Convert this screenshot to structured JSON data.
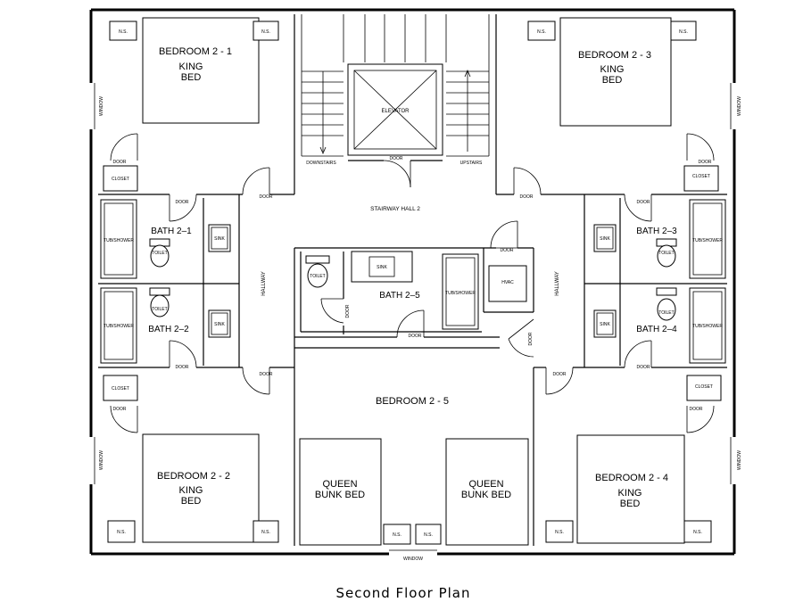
{
  "title": "Second Floor Plan",
  "rooms": {
    "bedroom_2_1": {
      "name": "BEDROOM 2 - 1",
      "bed": [
        "KING",
        "BED"
      ]
    },
    "bedroom_2_2": {
      "name": "BEDROOM 2 - 2",
      "bed": [
        "KING",
        "BED"
      ]
    },
    "bedroom_2_3": {
      "name": "BEDROOM 2 - 3",
      "bed": [
        "KING",
        "BED"
      ]
    },
    "bedroom_2_4": {
      "name": "BEDROOM 2 - 4",
      "bed": [
        "KING",
        "BED"
      ]
    },
    "bedroom_2_5": {
      "name": "BEDROOM 2 - 5",
      "bunk_left": [
        "QUEEN",
        "BUNK BED"
      ],
      "bunk_right": [
        "QUEEN",
        "BUNK BED"
      ]
    },
    "bath_2_1": "BATH 2–1",
    "bath_2_2": "BATH 2–2",
    "bath_2_3": "BATH 2–3",
    "bath_2_4": "BATH 2–4",
    "bath_2_5": "BATH 2–5",
    "stairway_hall": "STAIRWAY HALL 2",
    "elevator": "ELEVATOR",
    "downstairs": "DOWNSTAIRS",
    "upstairs": "UPSTAIRS",
    "hallway": "HALLWAY",
    "hvac": "HVAC"
  },
  "fixtures": {
    "nightstand": "N.S.",
    "tub_shower": "TUB/SHOWER",
    "toilet": "TOILET",
    "sink": "SINK",
    "closet": "CLOSET",
    "door": "DOOR",
    "window": "WINDOW"
  }
}
